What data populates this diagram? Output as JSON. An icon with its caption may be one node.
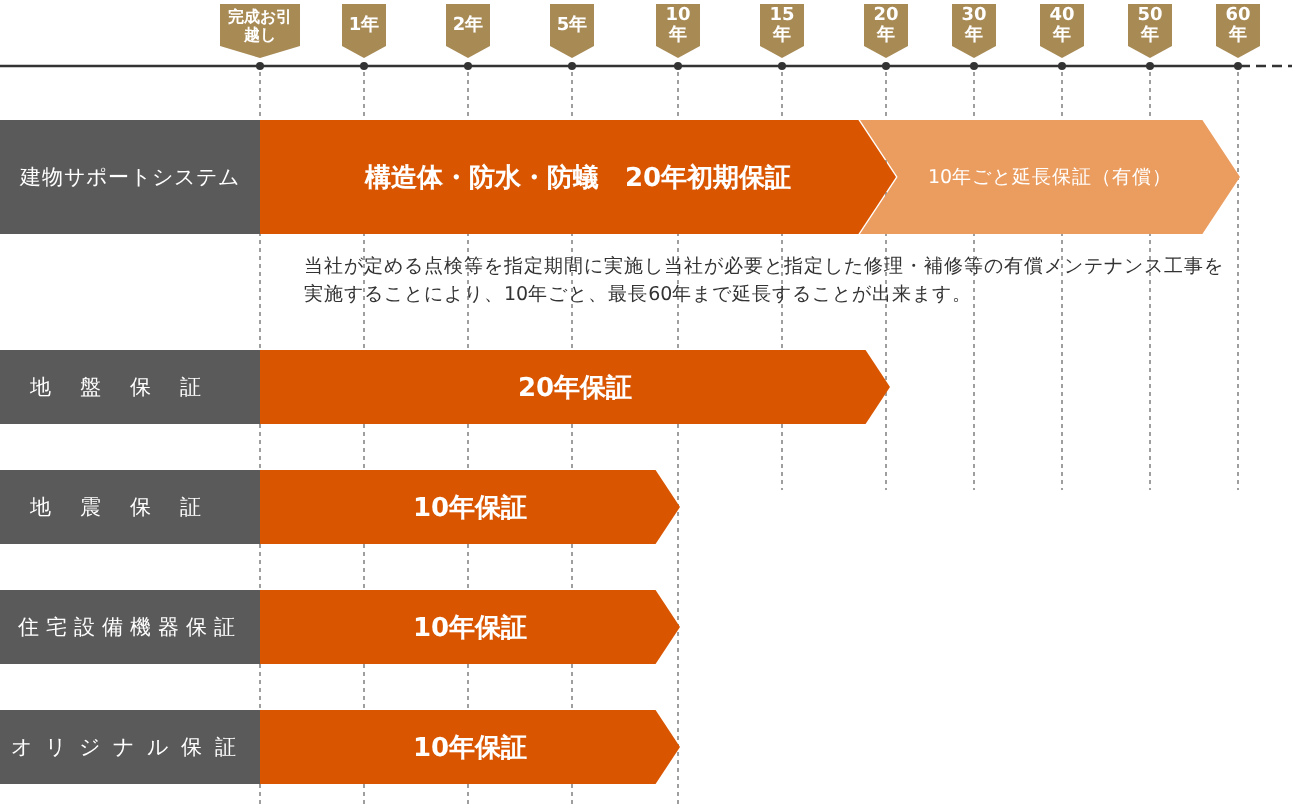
{
  "diagram": {
    "nodes": [
      {
        "text": [
          "完成お引越し"
        ]
      },
      {
        "text": [
          "1年"
        ]
      },
      {
        "text": [
          "2年"
        ]
      },
      {
        "text": [
          "5年"
        ]
      },
      {
        "text": [
          "10年"
        ]
      },
      {
        "text": [
          "15年"
        ]
      },
      {
        "text": [
          "20年"
        ]
      },
      {
        "text": [
          "30年"
        ]
      },
      {
        "text": [
          "40年"
        ]
      },
      {
        "text": [
          "50年"
        ]
      },
      {
        "text": [
          "60年"
        ]
      },
      {
        "text": [
          "建物サポートシステム"
        ]
      },
      {
        "text": [
          "構造体・防水・防蟻　20年初期保証"
        ]
      },
      {
        "text": [
          "10年ごと延長保証（有償）"
        ]
      },
      {
        "text": [
          "地盤保証"
        ]
      },
      {
        "text": [
          "20年保証"
        ]
      },
      {
        "text": [
          "地震保証"
        ]
      },
      {
        "text": [
          "10年保証"
        ]
      },
      {
        "text": [
          "住宅設備機器保証"
        ]
      },
      {
        "text": [
          "10年保証"
        ]
      },
      {
        "text": [
          "オリジナル保証"
        ]
      },
      {
        "text": [
          "10年保証"
        ]
      }
    ],
    "labels": [
      "当社が定める点検等を指定期間に実施し当社が必要と指定した修理・補修等の有償メンテナンス工事を実施することにより、10年ごと、最長60年まで延長することが出来ます。"
    ]
  }
}
